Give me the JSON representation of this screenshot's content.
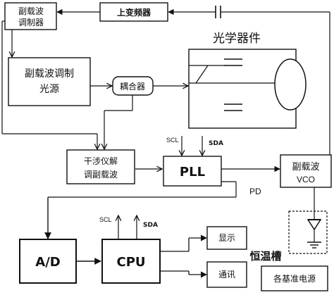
{
  "diagram": {
    "blocks": {
      "upconverter": "上变频器",
      "subcarrier_modulator": [
        "副载波",
        "调制器"
      ],
      "subcarrier_light_source": [
        "副载波调制",
        "光源"
      ],
      "coupler": "耦合器",
      "optical_device": "光学器件",
      "interferometer_demod": [
        "干涉仪解",
        "调副载波"
      ],
      "pll": "PLL",
      "subcarrier_vco": [
        "副载波",
        "VCO"
      ],
      "ad": "A/D",
      "cpu": "CPU",
      "display": "显示",
      "communication": "通讯",
      "thermostat": "恒温槽",
      "reference_power": "各基准电源"
    },
    "labels": {
      "pll_scl": "SCL",
      "pll_sda": "SDA",
      "cpu_scl": "SCL",
      "cpu_sda": "SDA",
      "pd": "PD"
    }
  }
}
